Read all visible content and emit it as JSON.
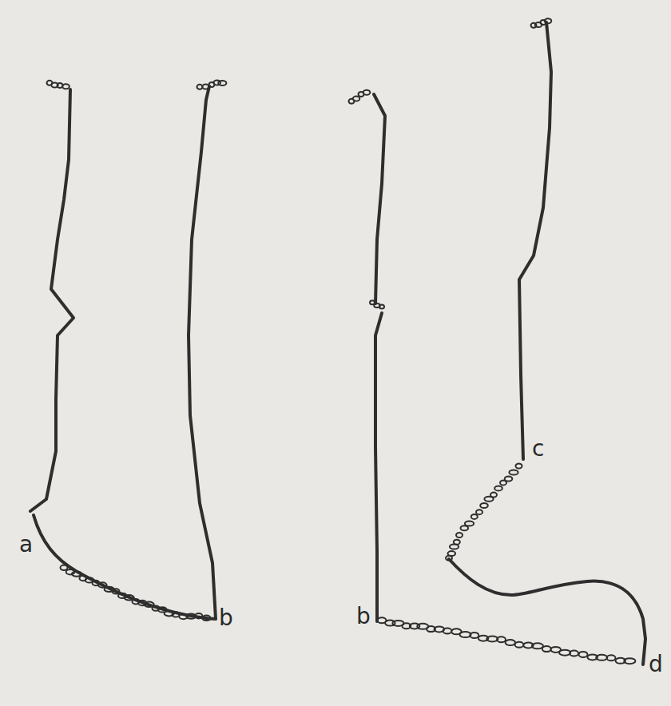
{
  "diagram": {
    "labels": [
      "a",
      "b",
      "b",
      "c",
      "d"
    ]
  }
}
